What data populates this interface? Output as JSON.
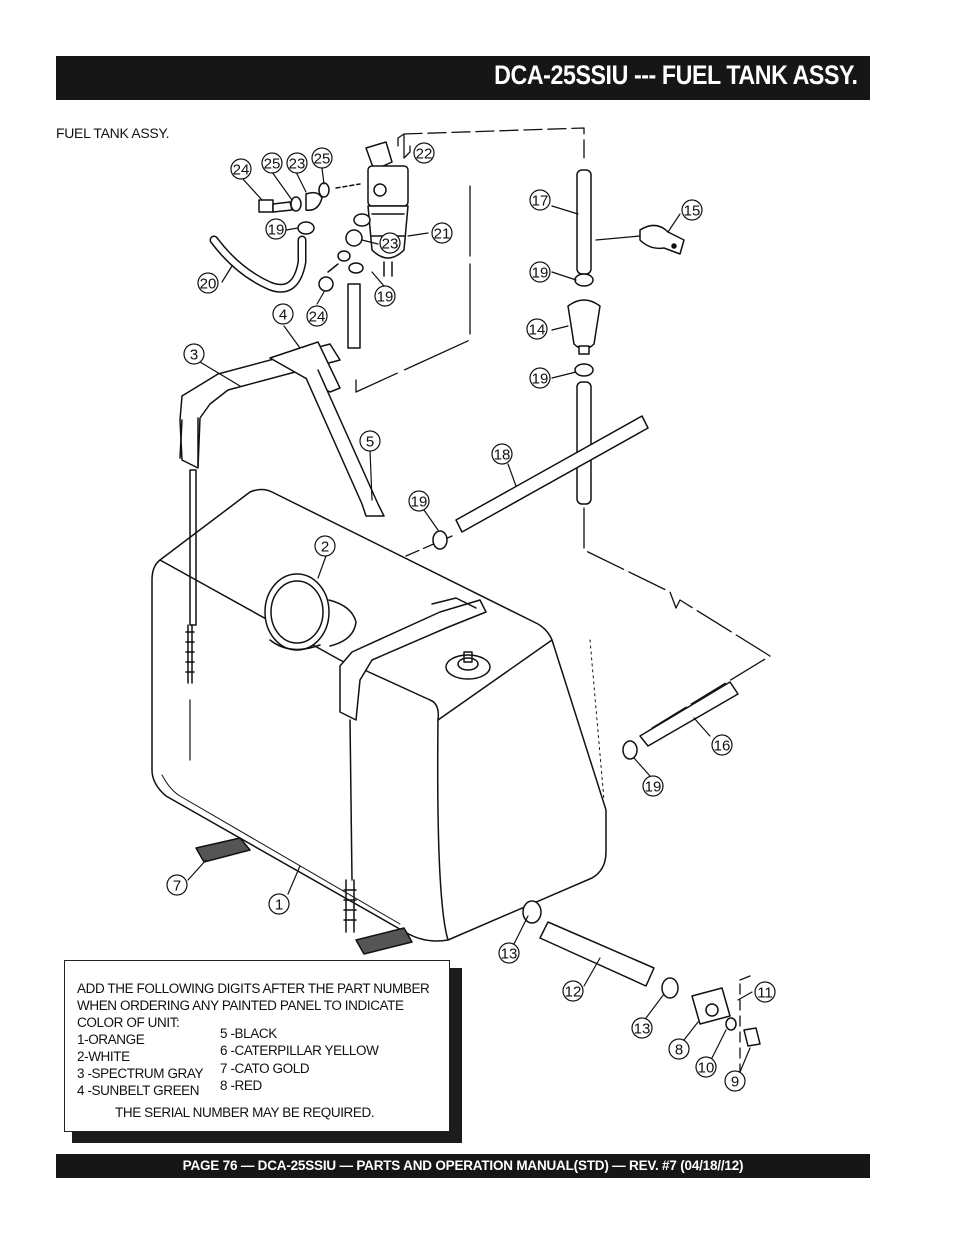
{
  "header": {
    "title": "DCA-25SSIU --- FUEL TANK ASSY."
  },
  "section_label": "FUEL TANK ASSY.",
  "callouts": [
    "24",
    "25",
    "23",
    "25",
    "22",
    "19",
    "21",
    "23",
    "20",
    "19",
    "24",
    "4",
    "17",
    "15",
    "19",
    "14",
    "19",
    "3",
    "5",
    "18",
    "19",
    "2",
    "16",
    "19",
    "7",
    "1",
    "13",
    "12",
    "11",
    "13",
    "8",
    "10",
    "9"
  ],
  "note": {
    "intro_lines": [
      "ADD THE FOLLOWING DIGITS AFTER THE PART NUMBER",
      " WHEN ORDERING ANY PAINTED PANEL TO INDICATE",
      "COLOR OF UNIT:"
    ],
    "colors_left": [
      "1-ORANGE",
      "2-WHITE",
      "3 -SPECTRUM GRAY",
      "4 -SUNBELT GREEN"
    ],
    "colors_right": [
      "5 -BLACK",
      "6 -CATERPILLAR YELLOW",
      "7 -CATO GOLD",
      "8 -RED"
    ],
    "serial_note": "THE SERIAL NUMBER MAY BE REQUIRED."
  },
  "footer": {
    "text": "PAGE 76 — DCA-25SSIU — PARTS AND OPERATION  MANUAL(STD) — REV. #7  (04/18//12)"
  }
}
